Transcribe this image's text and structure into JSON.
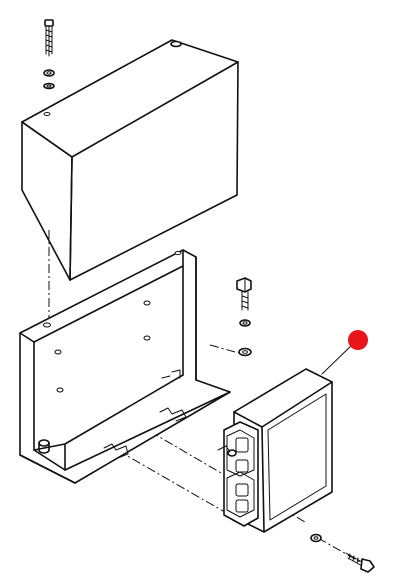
{
  "diagram": {
    "callout_color": "#e8151b",
    "parts": [
      "top-screw",
      "washer",
      "cover",
      "bracket",
      "side-bolt",
      "lock-washer",
      "flat-washer",
      "module",
      "bottom-washer",
      "bottom-screw"
    ]
  }
}
